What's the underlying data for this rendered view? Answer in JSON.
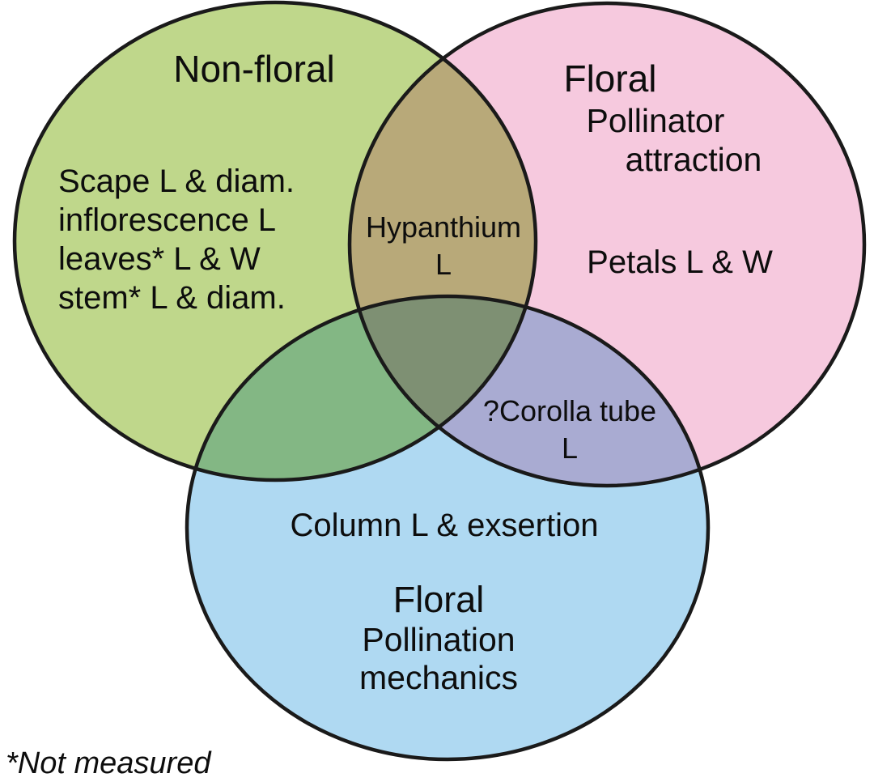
{
  "venn": {
    "colors": {
      "green": "#BFD78B",
      "pink": "#F6C9DE",
      "blue": "#AFD9F2",
      "outline": "#1A1A1A"
    },
    "non_floral": {
      "title": "Non-floral",
      "items": [
        "Scape L & diam.",
        "inflorescence L",
        "leaves* L & W",
        "stem* L & diam."
      ]
    },
    "floral_attraction": {
      "title": "Floral",
      "subtitle1": "Pollinator",
      "subtitle2": "attraction",
      "item": "Petals L & W"
    },
    "floral_mechanics": {
      "title": "Floral",
      "subtitle1": "Pollination",
      "subtitle2": "mechanics",
      "item": "Column L & exsertion"
    },
    "overlap_nonfloral_attraction": {
      "line1": "Hypanthium",
      "line2": "L"
    },
    "overlap_attraction_mechanics": {
      "line1": "?Corolla tube",
      "line2": "L"
    },
    "footnote": "*Not measured"
  }
}
